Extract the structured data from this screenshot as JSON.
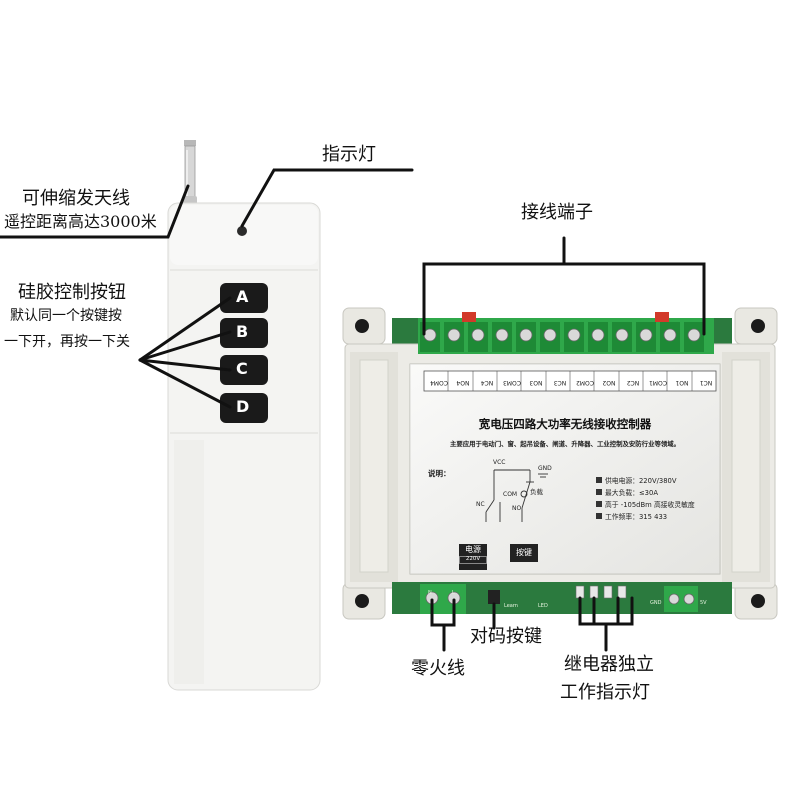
{
  "colors": {
    "remote_body": "#f4f4f2",
    "button": "#1a1a1a",
    "case": "#ecebe6",
    "terminal_green": "#2fa84a",
    "screw_red": "#d23a2a",
    "callout_line": "#111111",
    "pcb_green": "#2b7a3e"
  },
  "icons": {
    "antenna": "antenna-icon",
    "indicator": "indicator-light-icon",
    "buttons": "remote-button-icon",
    "screws": "screw-terminal-icon"
  },
  "callouts": {
    "antenna_line1": "可伸缩发天线",
    "antenna_line2": "遥控距离高达3000米",
    "indicator": "指示灯",
    "buttons_line1": "硅胶控制按钮",
    "buttons_line2": "默认同一个按键按",
    "buttons_line3": "一下开，再按一下关",
    "terminals": "接线端子",
    "zero_fire": "零火线",
    "pair_button": "对码按键",
    "relay_line1": "继电器独立",
    "relay_line2": "工作指示灯"
  },
  "remote": {
    "buttons": [
      "A",
      "B",
      "C",
      "D"
    ]
  },
  "receiver": {
    "terminal_labels": [
      "COM4",
      "NO4",
      "NC4",
      "COM3",
      "NO3",
      "NC3",
      "COM2",
      "NO2",
      "NC2",
      "COM1",
      "NO1",
      "NC1"
    ],
    "title": "宽电压四路大功率无线接收控制器",
    "subtitle": "主要应用于电动门、窗、起吊设备、闸道、升降器、工业控制及安防行业等领域。",
    "diagram": {
      "label": "说明：",
      "vcc": "VCC",
      "gnd": "GND",
      "load": "负载",
      "nc": "NC",
      "com": "COM",
      "no": "NO"
    },
    "specs": [
      "供电电源：220V/380V",
      "最大负载：≤30A",
      "高于 -105dBm 高接收灵敏度",
      "工作频率：315 433"
    ],
    "power_label": "电源",
    "power_voltage": "220V",
    "key_label": "按键",
    "pcb_marks": {
      "n": "N",
      "l": "L",
      "learn": "Learn",
      "led": "LED",
      "gnd": "GND",
      "v5": "5V"
    }
  }
}
